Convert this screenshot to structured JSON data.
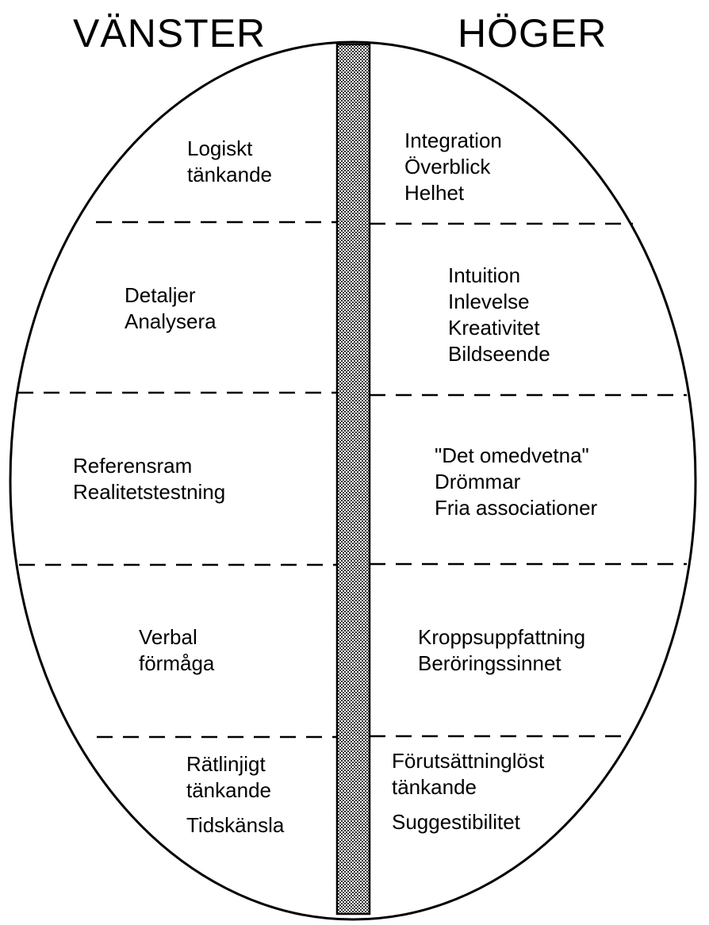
{
  "headings": {
    "left": "VÄNSTER",
    "right": "HÖGER"
  },
  "left": [
    [
      "Logiskt",
      "tänkande"
    ],
    [
      "Detaljer",
      "Analysera"
    ],
    [
      "Referensram",
      "Realitetstestning"
    ],
    [
      "Verbal",
      "förmåga"
    ],
    [
      "Rätlinjigt",
      "tänkande",
      "Tidskänsla"
    ]
  ],
  "right": [
    [
      "Integration",
      "Överblick",
      "Helhet"
    ],
    [
      "Intuition",
      "Inlevelse",
      "Kreativitet",
      "Bildseende"
    ],
    [
      "\"Det omedvetna\"",
      "Drömmar",
      "Fria associationer"
    ],
    [
      "Kroppsuppfattning",
      "Beröringssinnet"
    ],
    [
      "Förutsättninglöst",
      "tänkande",
      "Suggestibilitet"
    ]
  ]
}
